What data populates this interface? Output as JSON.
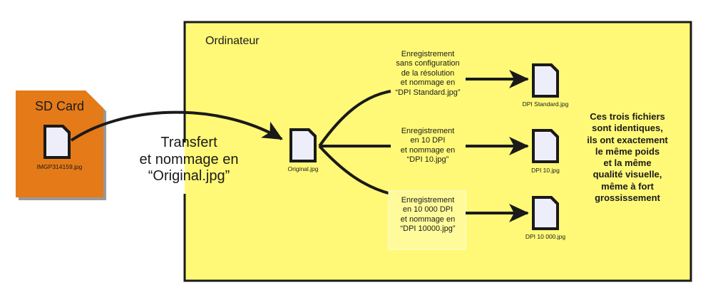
{
  "computer_label": "Ordinateur",
  "sd_card": {
    "label": "SD Card",
    "file": "IMGP314159.jpg"
  },
  "transfer_label": [
    "Transfert",
    "et nommage en",
    "“Original.jpg”"
  ],
  "original_file": "Original.jpg",
  "branches": [
    {
      "label": [
        "Enregistrement",
        "sans configuration",
        "de la résolution",
        "et nommage en",
        "“DPI Standard.jpg”"
      ],
      "file": "DPI Standard.jpg"
    },
    {
      "label": [
        "Enregistrement",
        "en 10 DPI",
        "et nommage en",
        "“DPI 10.jpg”"
      ],
      "file": "DPI 10.jpg"
    },
    {
      "label": [
        "Enregistrement",
        "en 10 000 DPI",
        "et nommage en",
        "“DPI 10000.jpg”"
      ],
      "file": "DPI 10 000.jpg"
    }
  ],
  "conclusion": [
    "Ces trois fichiers",
    "sont identiques,",
    "ils ont exactement",
    "le même poids",
    "et la même",
    "qualité visuelle,",
    "même à fort",
    "grossissement"
  ],
  "colors": {
    "computer_bg": "#fff977",
    "sd_card": "#e57a18",
    "file": "#eeeefb"
  }
}
